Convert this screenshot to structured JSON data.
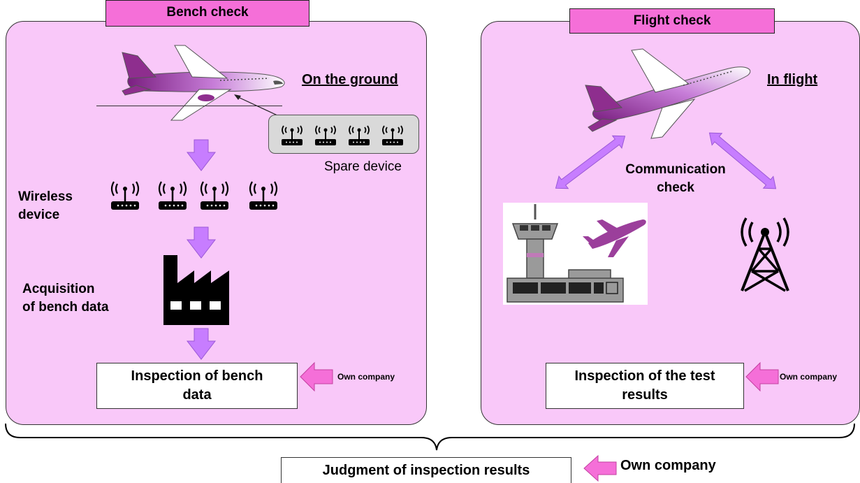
{
  "left_panel": {
    "tab": "Bench check",
    "location_label": "On the ground",
    "spare_device_label": "Spare device",
    "wireless_label_line1": "Wireless",
    "wireless_label_line2": "device",
    "acquisition_label_line1": "Acquisition",
    "acquisition_label_line2": "of bench data",
    "inspection_line1": "Inspection of bench",
    "inspection_line2": "data",
    "own_company": "Own company"
  },
  "right_panel": {
    "tab": "Flight check",
    "location_label": "In flight",
    "communication_line1": "Communication",
    "communication_line2": "check",
    "inspection_line1": "Inspection of the test",
    "inspection_line2": "results",
    "own_company": "Own company"
  },
  "bottom": {
    "judgment": "Judgment of inspection results",
    "own_company": "Own company"
  },
  "colors": {
    "panel_fill": "#f9c8f9",
    "tab_fill": "#f56fd8",
    "arrow_fill": "#c77dff",
    "pink_arrow": "#f56fd8",
    "plane_purple": "#8e2e8e"
  }
}
